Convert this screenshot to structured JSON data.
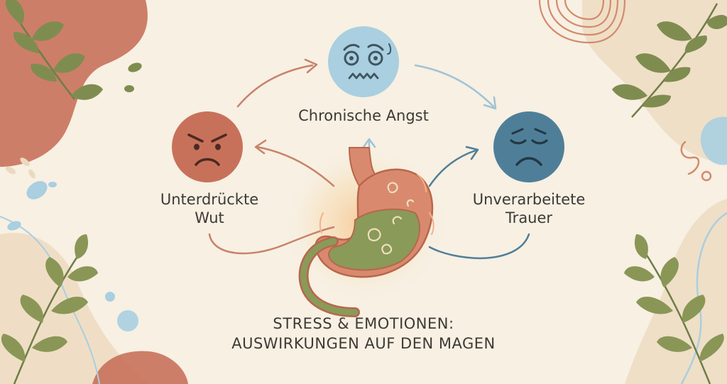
{
  "title": {
    "line1": "STRESS & EMOTIONEN:",
    "line2": "AUSWIRKUNGEN AUF DEN MAGEN"
  },
  "emotions": [
    {
      "id": "anger",
      "line1": "Unterdrückte",
      "line2": "Wut",
      "face": "angry-face-icon",
      "color": "#c8715a"
    },
    {
      "id": "anxiety",
      "line1": "Chronische Angst",
      "line2": "",
      "face": "anxious-face-icon",
      "color": "#a9cfe0"
    },
    {
      "id": "sadness",
      "line1": "Unverarbeitete",
      "line2": "Trauer",
      "face": "sad-face-icon",
      "color": "#4f7f98"
    }
  ],
  "center": {
    "icon": "stomach-icon"
  },
  "palette": {
    "background": "#f7f0e3",
    "terracotta": "#c8715a",
    "light_blue": "#a9cfe0",
    "slate_blue": "#4f7f98",
    "olive": "#7f8c50",
    "beige": "#ecd9bd"
  }
}
